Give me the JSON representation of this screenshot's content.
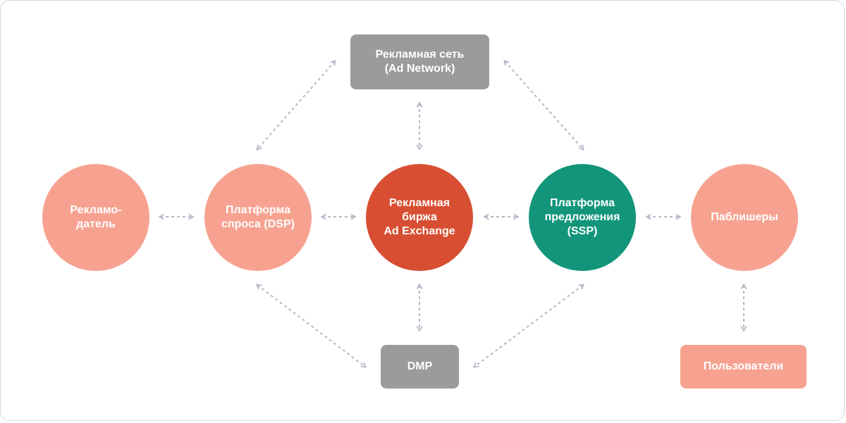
{
  "nodes": {
    "ad_network": "Рекламная сеть\n(Ad Network)",
    "advertiser": "Рекламо-\nдатель",
    "dsp": "Платформа\nспроса (DSP)",
    "ad_exchange": "Рекламная\nбиржа\nAd Exchange",
    "ssp": "Платформа\nпредложения\n(SSP)",
    "publishers": "Паблишеры",
    "dmp": "DMP",
    "users": "Пользователи"
  },
  "colors": {
    "light_salmon": "#f7a290",
    "red": "#d84e32",
    "teal": "#12957b",
    "gray": "#9b9b9b",
    "arrow": "#b3bac7"
  }
}
